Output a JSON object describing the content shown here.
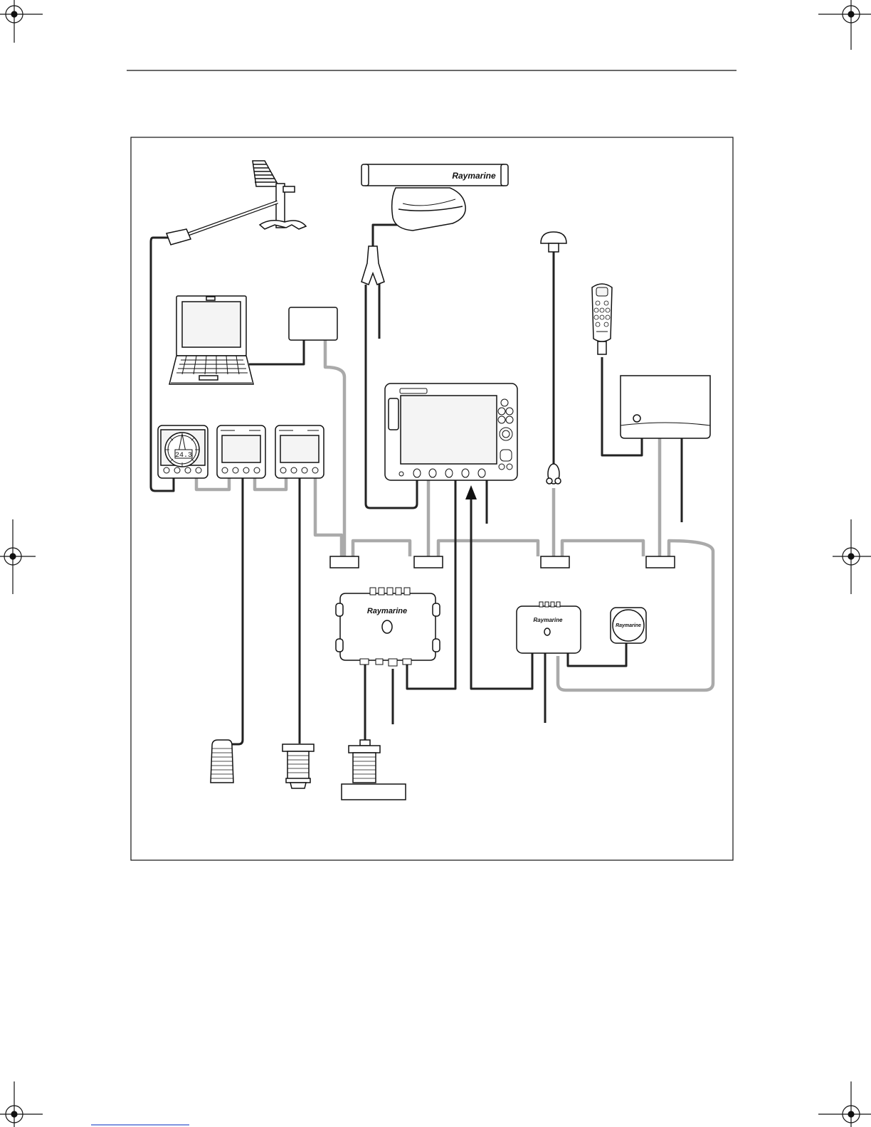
{
  "brand": {
    "radar_logo": "Raymarine",
    "pod_logo": "Raymarine",
    "course_computer_logo": "Raymarine",
    "compass_logo": "Raymarine"
  },
  "instrument": {
    "wind_digital": "24.3"
  },
  "colors": {
    "seatalk_ng_cable": "#aaaaaa",
    "seatalk_cable": "#222222",
    "line": "#1a1a1a",
    "device_fill": "#ffffff",
    "screen_fill": "#f4f4f4"
  }
}
